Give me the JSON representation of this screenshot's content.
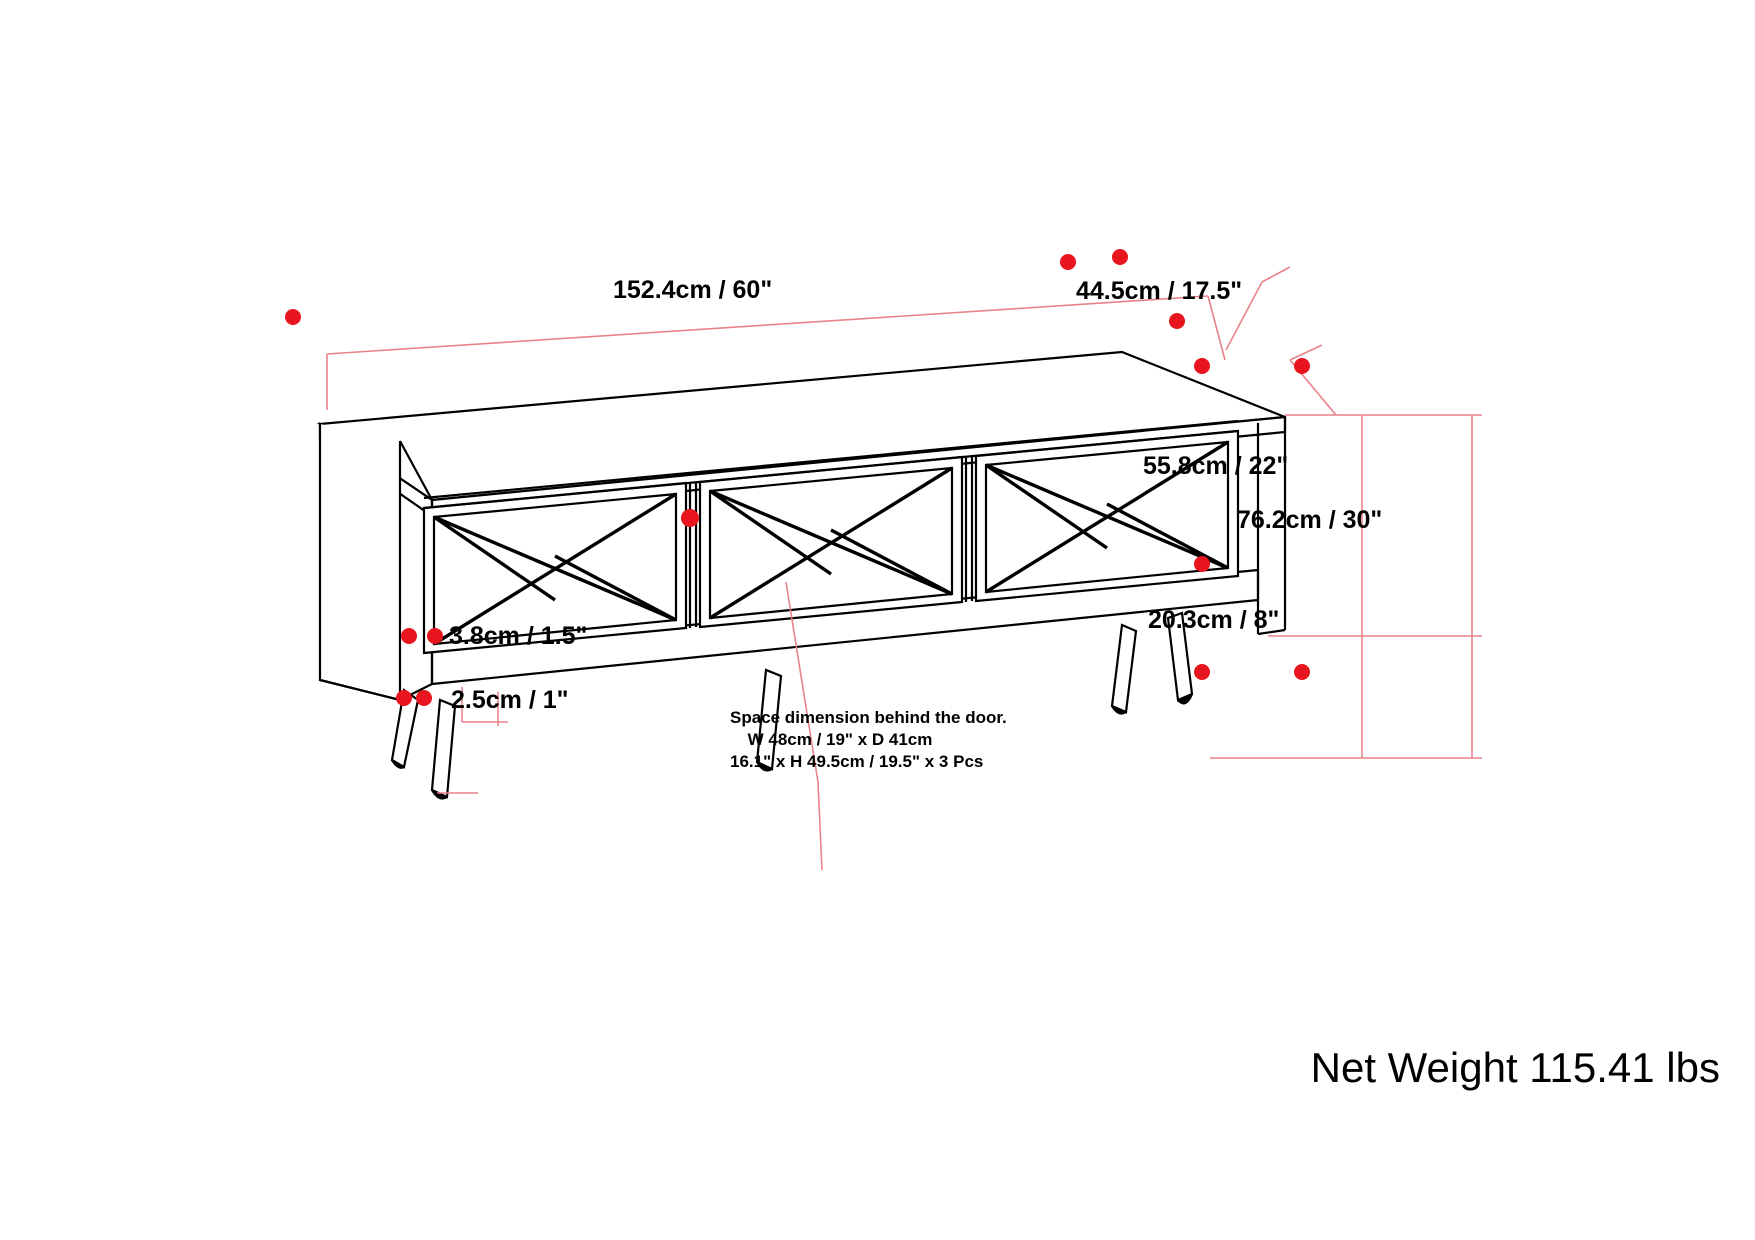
{
  "product": {
    "type": "tv-stand-media-console",
    "doors": 3
  },
  "colors": {
    "annotation": "#e8151e",
    "annotation_line": "#e8838a",
    "outline": "#000000",
    "background": "#ffffff"
  },
  "dimensions": {
    "width": "152.4cm / 60\"",
    "depth": "44.5cm / 17.5\"",
    "cabinet_height": "55.8cm / 22\"",
    "total_height": "76.2cm / 30\"",
    "leg_height": "20.3cm / 8\"",
    "leg_top_width": "3.8cm / 1.5\"",
    "leg_bottom_width": "2.5cm / 1\""
  },
  "callout": {
    "line1": "Space dimension behind the door.",
    "line2": "W 48cm / 19\" x D 41cm",
    "line3": "16.1\" x H 49.5cm / 19.5\" x 3 Pcs"
  },
  "net_weight": {
    "label": "Net Weight 115.41 lbs"
  }
}
